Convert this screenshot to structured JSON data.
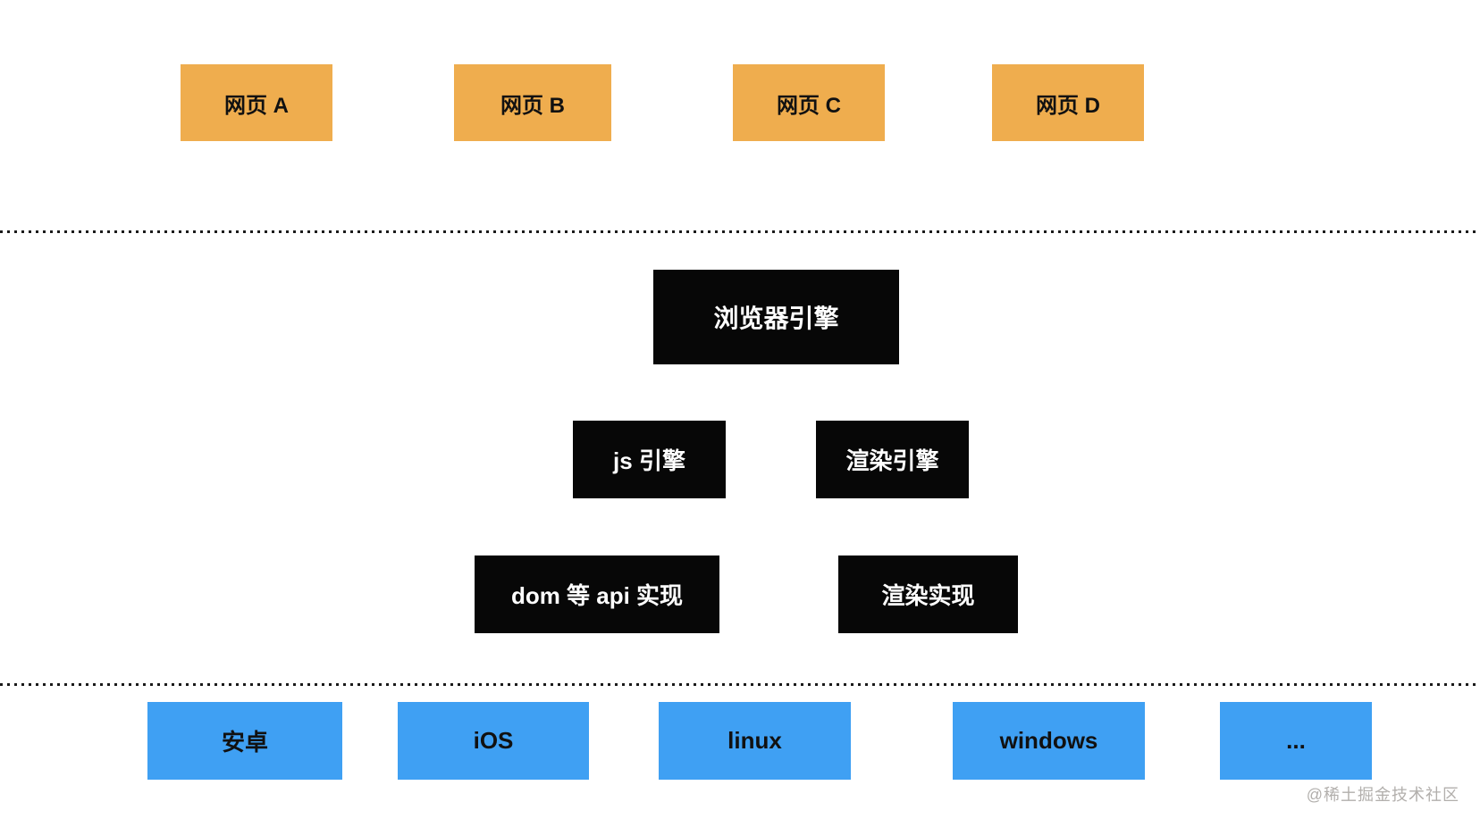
{
  "diagram": {
    "webpages": [
      {
        "label": "网页 A"
      },
      {
        "label": "网页 B"
      },
      {
        "label": "网页 C"
      },
      {
        "label": "网页 D"
      }
    ],
    "browser_engine": {
      "label": "浏览器引擎"
    },
    "engines": [
      {
        "label": "js 引擎"
      },
      {
        "label": "渲染引擎"
      }
    ],
    "implementations": [
      {
        "label": "dom 等 api 实现"
      },
      {
        "label": "渲染实现"
      }
    ],
    "platforms": [
      {
        "label": "安卓"
      },
      {
        "label": "iOS"
      },
      {
        "label": "linux"
      },
      {
        "label": "windows"
      },
      {
        "label": "..."
      }
    ]
  },
  "watermark": {
    "text": "@稀土掘金技术社区"
  },
  "colors": {
    "webpage_box": "#EFAD4E",
    "engine_box": "#070707",
    "platform_box": "#3FA0F3",
    "dark_text": "#111111",
    "light_text": "#FFFFFF",
    "divider": "#1A1A1A",
    "watermark": "#B2AFAC",
    "background": "#FFFFFF"
  }
}
